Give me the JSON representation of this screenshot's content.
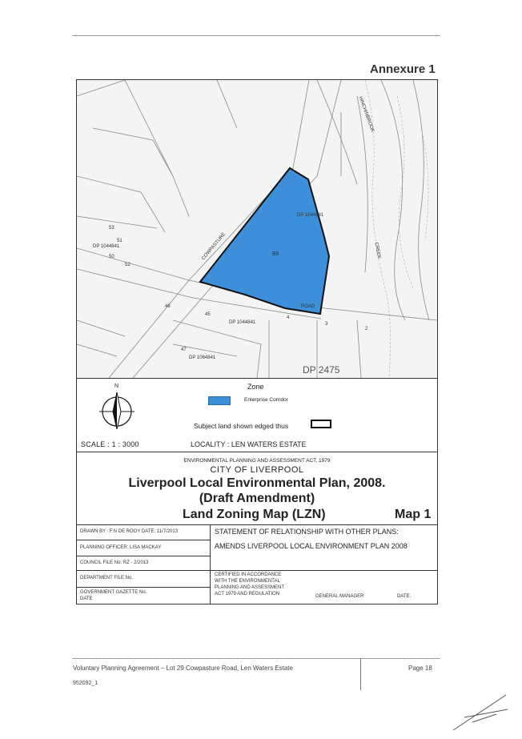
{
  "page": {
    "annexure": "Annexure 1",
    "footer": {
      "title": "Voluntary Planning Agreement – Lot 29 Cowpasture Road, Len Waters Estate",
      "page_label": "Page 18",
      "doc_ref": "952092_1"
    }
  },
  "map": {
    "zone_code": "B6",
    "dp_labels": [
      "DP 1044841",
      "DP 1044841",
      "DP 1044841",
      "DP 1064841",
      "DP 2475"
    ],
    "lot_numbers": [
      "45",
      "46",
      "47",
      "4",
      "3",
      "2",
      "53",
      "51",
      "50",
      "52"
    ],
    "road_labels": [
      "COWPASTURE",
      "ROAD",
      "HINCHINBROOK",
      "CREEK"
    ],
    "north": "N"
  },
  "legend": {
    "zone_title": "Zone",
    "zone_name": "Enterprise Corridor",
    "zone_color": "#3d8fd9",
    "subject_text": "Subject land shown edged thus",
    "scale": "SCALE :    1 : 3000",
    "locality": "LOCALITY :  LEN WATERS ESTATE"
  },
  "title_block": {
    "act": "ENVIRONMENTAL PLANNING AND ASSESSMENT ACT, 1979",
    "city": "CITY OF LIVERPOOL",
    "plan_title": "Liverpool Local Environmental Plan, 2008.",
    "draft": "(Draft Amendment)",
    "map_name": "Land Zoning Map (LZN)",
    "map_number": "Map 1",
    "drawn_by": "DRAWN BY :  F.N DE ROOY     DATE:  11/7/2013",
    "planning_officer": "PLANNING OFFICER:   LISA MACKAY",
    "council_file": "COUNCIL FILE No.  RZ - 2/2013",
    "department_file": "DEPARTMENT FILE No.",
    "gazette": "GOVERNMENT GAZETTE No.",
    "date_label": "DATE",
    "statement": "STATEMENT OF RELATIONSHIP WITH OTHER PLANS:",
    "amends": "AMENDS LIVERPOOL LOCAL ENVIRONMENT PLAN 2008",
    "certified_lines": [
      "CERTIFIED IN ACCORDANCE",
      "WITH THE ENVIRONMENTAL",
      "PLANNING AND ASSESSMENT",
      "ACT 1979 AND REGULATION"
    ],
    "general_manager": "GENERAL MANAGER",
    "gm_date": "DATE:"
  }
}
